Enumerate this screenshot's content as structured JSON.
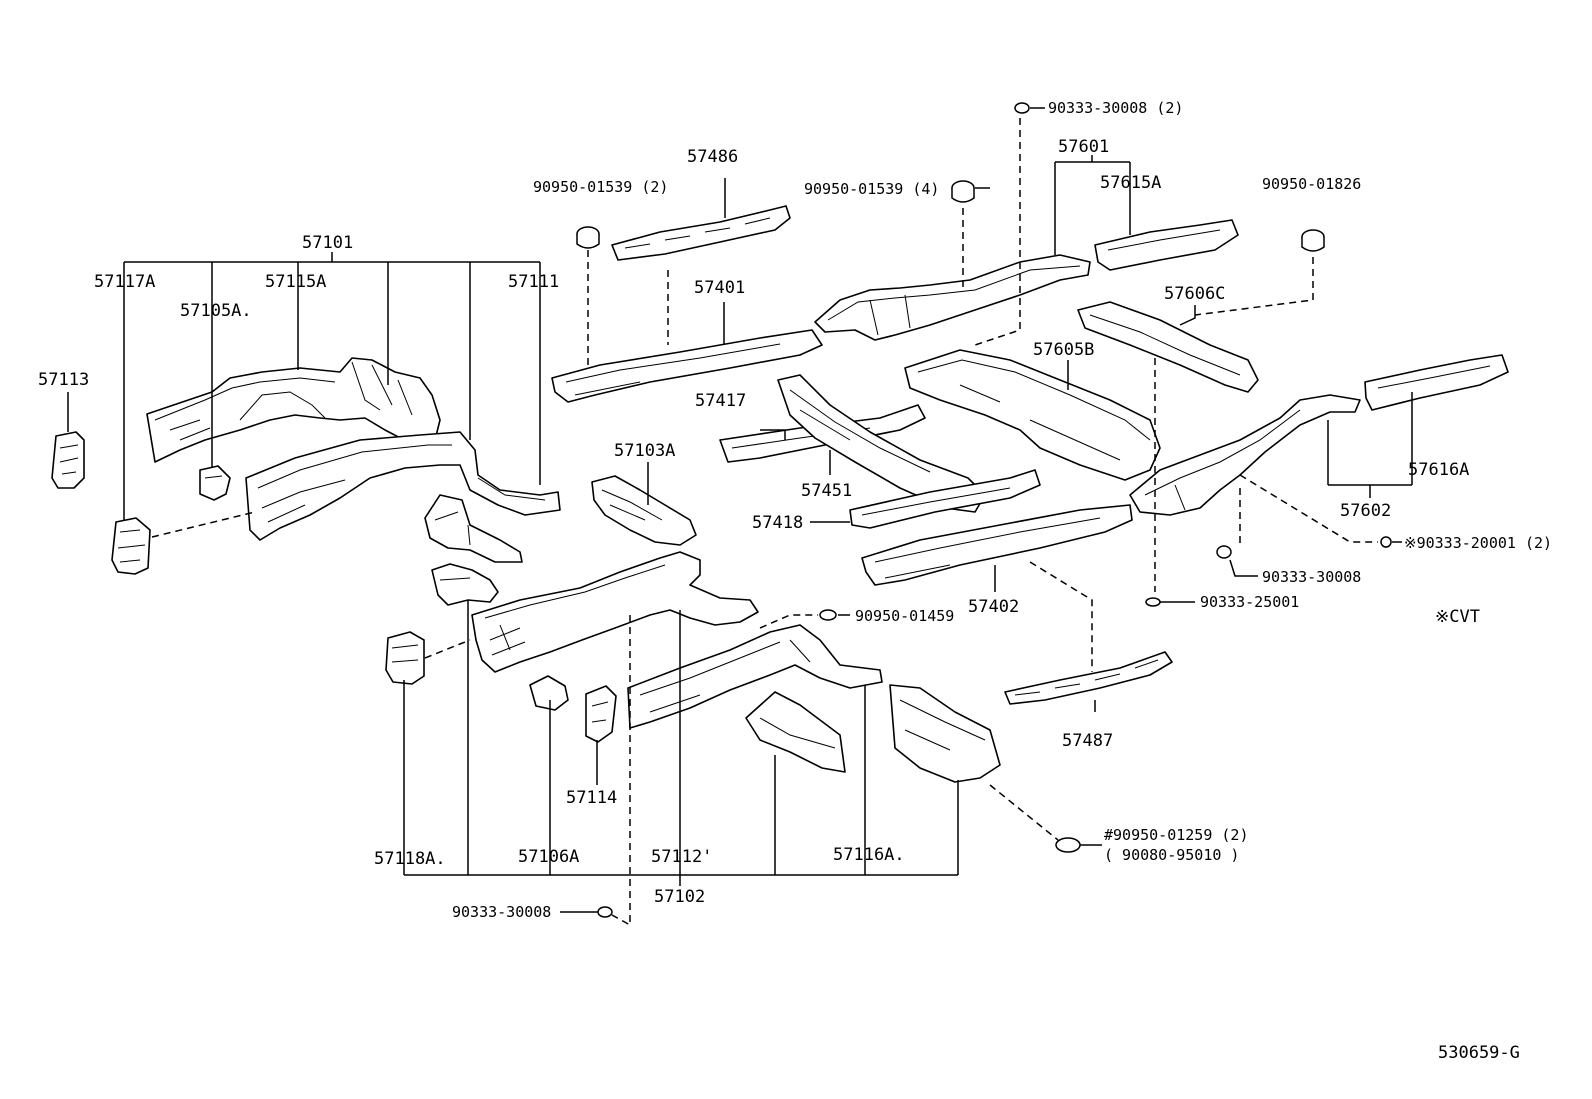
{
  "diagram": {
    "parts": {
      "p57101": "57101",
      "p57117A": "57117A",
      "p57115A": "57115A",
      "p57111": "57111",
      "p57105A": "57105A.",
      "p57113": "57113",
      "p57486": "57486",
      "p90950_01539_2": "90950-01539 (2)",
      "p57401": "57401",
      "p57417": "57417",
      "p57451": "57451",
      "p57418": "57418",
      "p57103A": "57103A",
      "p90333_30008_2": "90333-30008 (2)",
      "p90950_01539_4": "90950-01539 (4)",
      "p57601": "57601",
      "p57615A": "57615A",
      "p90950_01826": "90950-01826",
      "p57606C": "57606C",
      "p57605B": "57605B",
      "p57616A": "57616A",
      "p57602": "57602",
      "p90333_20001_2": "※90333-20001 (2)",
      "p90333_30008_r": "90333-30008",
      "p90333_25001": "90333-25001",
      "p57402": "57402",
      "pCVT": "※CVT",
      "p90950_01459": "90950-01459",
      "p57487": "57487",
      "p90950_01259_2": "#90950-01259 (2)",
      "p90080_95010": "( 90080-95010 )",
      "p57114": "57114",
      "p57118A": "57118A.",
      "p57106A": "57106A",
      "p57112": "57112'",
      "p57116A": "57116A.",
      "p57102": "57102",
      "p90333_30008_b": "90333-30008"
    },
    "figure_code": "530659-G"
  }
}
